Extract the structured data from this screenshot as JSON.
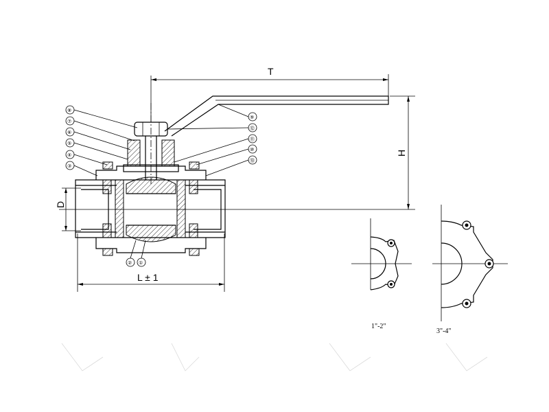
{
  "dimensions": {
    "T": "T",
    "H": "H",
    "D": "D",
    "L": "L ± 1"
  },
  "callouts_left": [
    "⑧",
    "⑦",
    "⑥",
    "⑤",
    "④",
    "③"
  ],
  "callouts_right": [
    "⑨",
    "⑫",
    "⑪",
    "⑩",
    "⑬"
  ],
  "callouts_bottom": [
    "②",
    "①"
  ],
  "detail_labels": {
    "small": "1\"-2\"",
    "large": "3\"-4\""
  }
}
